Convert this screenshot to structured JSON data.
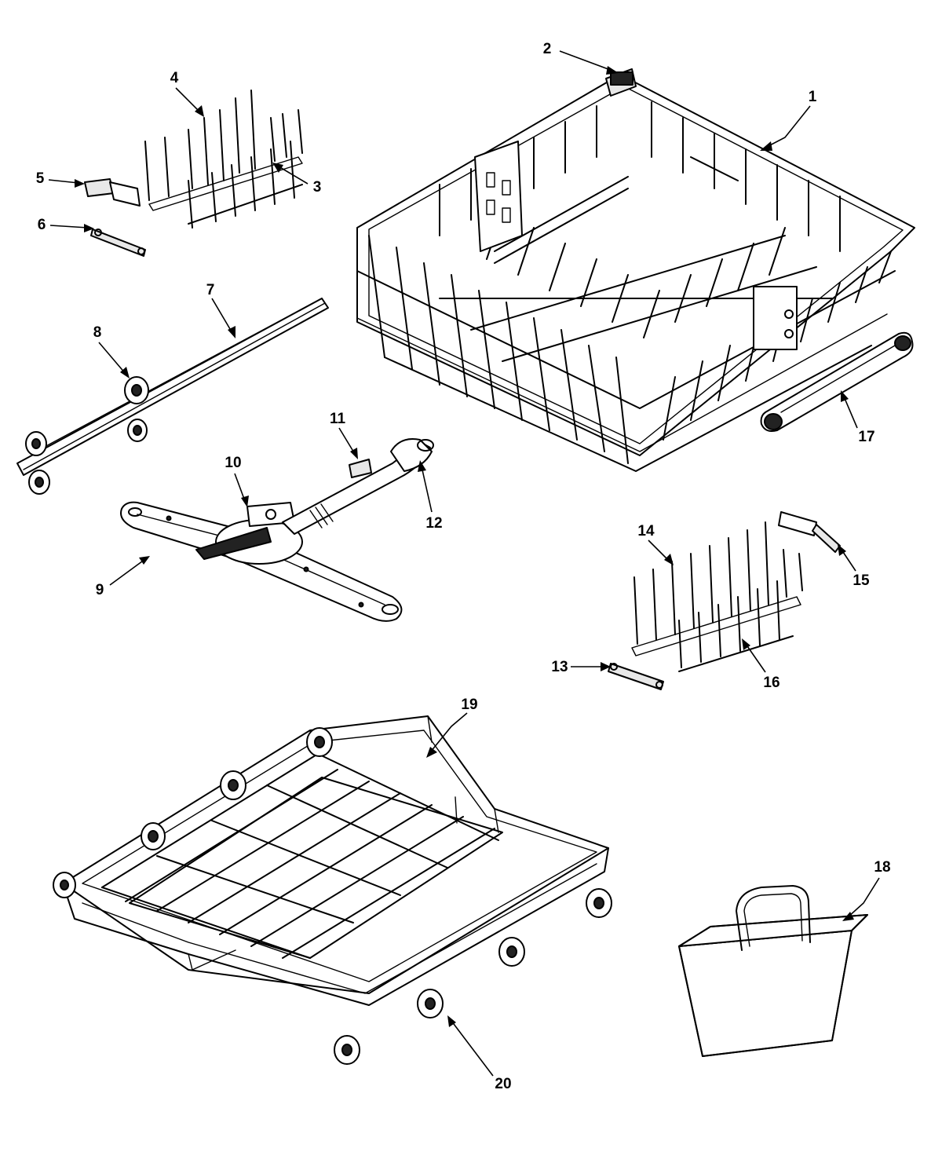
{
  "callouts": [
    {
      "id": "1",
      "label": "1"
    },
    {
      "id": "2",
      "label": "2"
    },
    {
      "id": "3",
      "label": "3"
    },
    {
      "id": "4",
      "label": "4"
    },
    {
      "id": "5",
      "label": "5"
    },
    {
      "id": "6",
      "label": "6"
    },
    {
      "id": "7",
      "label": "7"
    },
    {
      "id": "8",
      "label": "8"
    },
    {
      "id": "9",
      "label": "9"
    },
    {
      "id": "10",
      "label": "10"
    },
    {
      "id": "11",
      "label": "11"
    },
    {
      "id": "12",
      "label": "12"
    },
    {
      "id": "13",
      "label": "13"
    },
    {
      "id": "14",
      "label": "14"
    },
    {
      "id": "15",
      "label": "15"
    },
    {
      "id": "16",
      "label": "16"
    },
    {
      "id": "17",
      "label": "17"
    },
    {
      "id": "18",
      "label": "18"
    },
    {
      "id": "19",
      "label": "19"
    },
    {
      "id": "20",
      "label": "20"
    }
  ],
  "colors": {
    "line": "#000000",
    "background": "#ffffff"
  }
}
